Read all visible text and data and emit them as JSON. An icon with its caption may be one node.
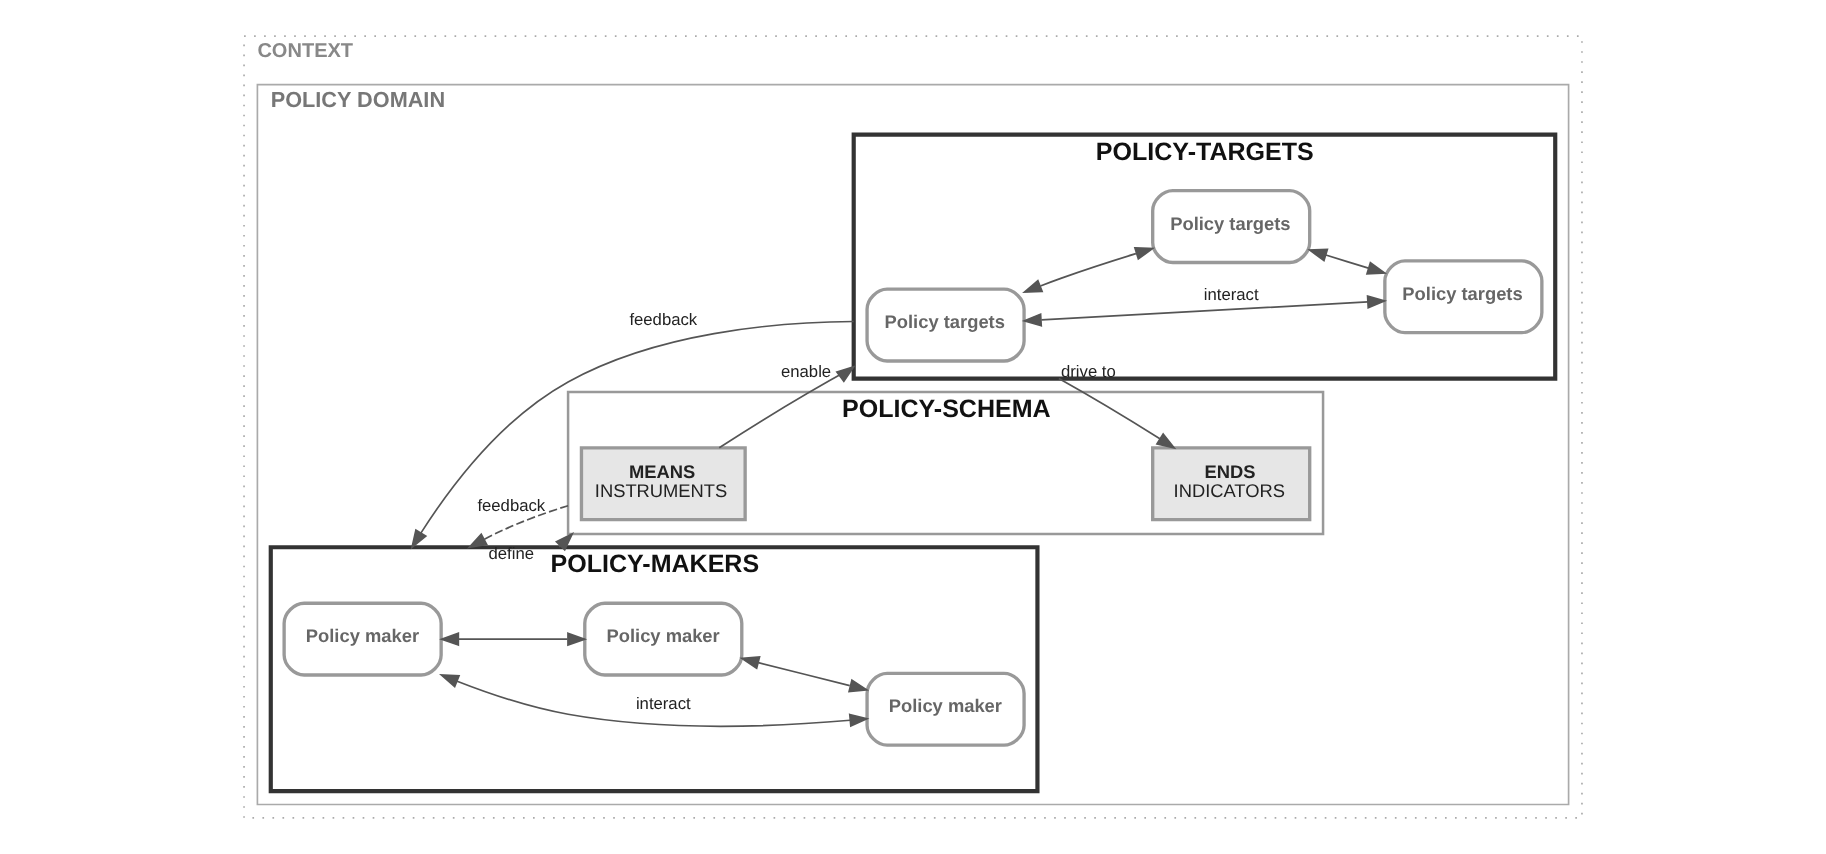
{
  "diagram": {
    "nodes": [
      {
        "text": [
          "CONTEXT"
        ]
      },
      {
        "text": [
          "POLICY DOMAIN"
        ],
        "in": 0
      },
      {
        "text": [
          "POLICY-MAKERS"
        ],
        "in": 1
      },
      {
        "text": [
          "Policy maker"
        ],
        "in": 2
      },
      {
        "text": [
          "Policy maker"
        ],
        "in": 2
      },
      {
        "text": [
          "Policy maker"
        ],
        "in": 2
      },
      {
        "text": [
          "POLICY-SCHEMA"
        ],
        "in": 1
      },
      {
        "text": [
          "MEANS",
          "INSTRUMENTS"
        ],
        "in": 6
      },
      {
        "text": [
          "ENDS",
          "INDICATORS"
        ],
        "in": 6
      },
      {
        "text": [
          "POLICY-TARGETS"
        ],
        "in": 1
      },
      {
        "text": [
          "Policy targets"
        ],
        "in": 9
      },
      {
        "text": [
          "Policy targets"
        ],
        "in": 9
      },
      {
        "text": [
          "Policy targets"
        ],
        "in": 9
      }
    ],
    "edges": [
      {
        "from": 9,
        "to": 2,
        "arrow": "to",
        "label": "feedback"
      },
      {
        "from": 2,
        "to": 6,
        "arrow": "to",
        "label": "define"
      },
      {
        "from": 6,
        "to": 2,
        "arrow": "to",
        "label": "feedback",
        "style": "dashed"
      },
      {
        "from": 7,
        "to": 9,
        "arrow": "to",
        "label": "enable"
      },
      {
        "from": 9,
        "to": 8,
        "arrow": "to",
        "label": "drive to"
      },
      {
        "from": 3,
        "to": 4,
        "arrow": "both",
        "label": "interact"
      },
      {
        "from": 3,
        "to": 5,
        "arrow": "both"
      },
      {
        "from": 5,
        "to": 4,
        "arrow": "both"
      },
      {
        "from": 10,
        "to": 11,
        "arrow": "both",
        "label": "interact"
      },
      {
        "from": 10,
        "to": 12,
        "arrow": "both"
      },
      {
        "from": 12,
        "to": 11,
        "arrow": "both"
      }
    ]
  }
}
